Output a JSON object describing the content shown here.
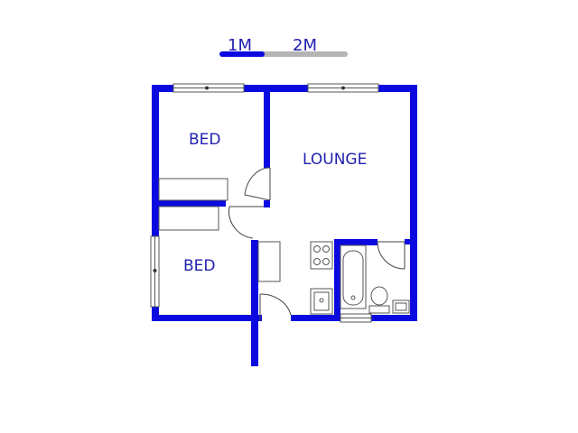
{
  "scale_bar": {
    "label_1": "1M",
    "label_2": "2M"
  },
  "rooms": {
    "bed_top": "BED",
    "lounge": "LOUNGE",
    "bed_bottom": "BED"
  },
  "colors": {
    "wall": "#0a0ae0",
    "scale_grey": "#b4b4b4",
    "label": "#1f1fb0",
    "fixture": "#555555"
  }
}
